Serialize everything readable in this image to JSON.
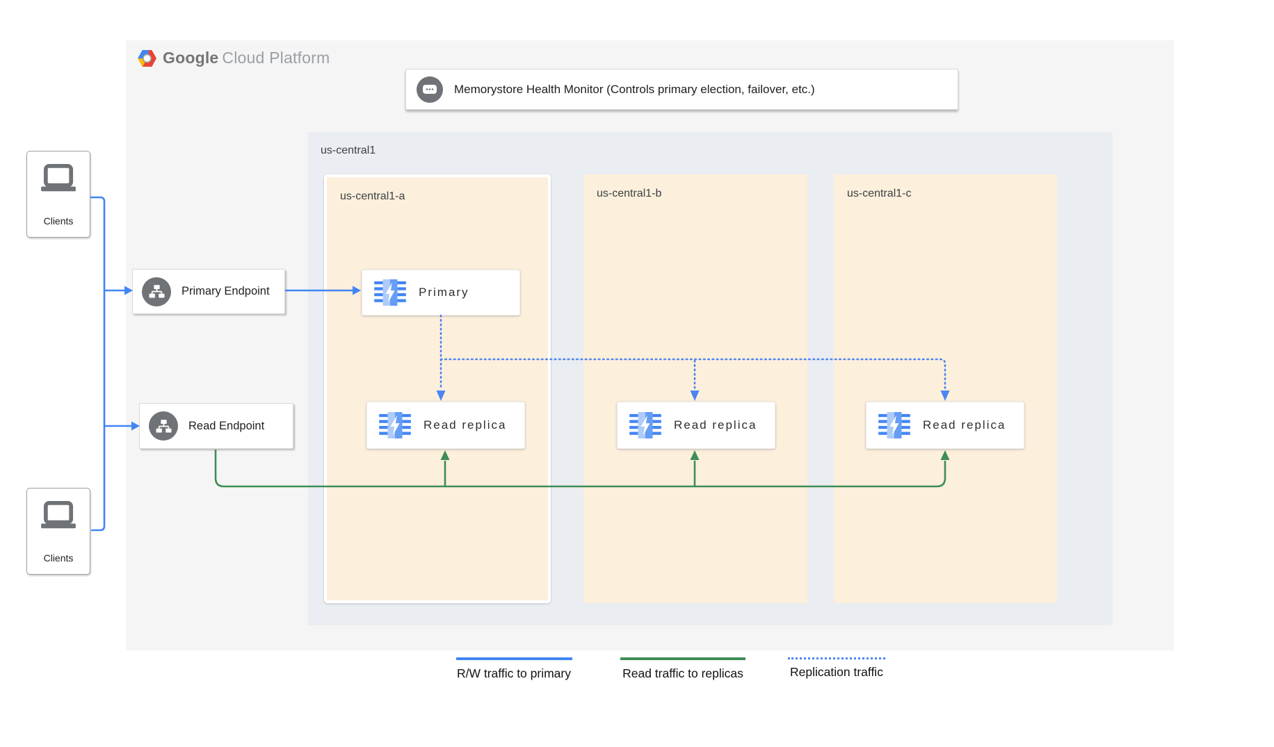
{
  "header": {
    "logo": {
      "word1": "Google",
      "word2": "Cloud Platform"
    }
  },
  "health_monitor": {
    "icon": "chat-dots-icon",
    "label": "Memorystore Health Monitor (Controls primary election, failover, etc.)"
  },
  "region": {
    "label": "us-central1",
    "zones": [
      {
        "label": "us-central1-a"
      },
      {
        "label": "us-central1-b"
      },
      {
        "label": "us-central1-c"
      }
    ]
  },
  "nodes": {
    "primary": {
      "icon": "memorystore-icon",
      "label": "Primary"
    },
    "replica_a": {
      "icon": "memorystore-icon",
      "label": "Read replica"
    },
    "replica_b": {
      "icon": "memorystore-icon",
      "label": "Read replica"
    },
    "replica_c": {
      "icon": "memorystore-icon",
      "label": "Read replica"
    }
  },
  "endpoints": {
    "primary": {
      "icon": "network-endpoint-icon",
      "label": "Primary Endpoint"
    },
    "read": {
      "icon": "network-endpoint-icon",
      "label": "Read Endpoint"
    }
  },
  "clients": {
    "top": {
      "icon": "laptop-icon",
      "label": "Clients"
    },
    "bottom": {
      "icon": "laptop-icon",
      "label": "Clients"
    }
  },
  "legend": {
    "items": [
      {
        "label": "R/W traffic to primary",
        "style": "solid",
        "color": "#4285F4"
      },
      {
        "label": "Read traffic to replicas",
        "style": "solid",
        "color": "#3E8E55"
      },
      {
        "label": "Replication traffic",
        "style": "dotted",
        "color": "#4C85F0"
      }
    ]
  },
  "colors": {
    "panel_fill": "#F5F5F5",
    "region_fill": "#EAEDF1",
    "zone_fill": "#FCEFDC",
    "rw_traffic_blue": "#4285F4",
    "read_traffic_green": "#3E8E55",
    "replication_blue": "#4C85F0",
    "icon_gray": "#6F7276"
  }
}
